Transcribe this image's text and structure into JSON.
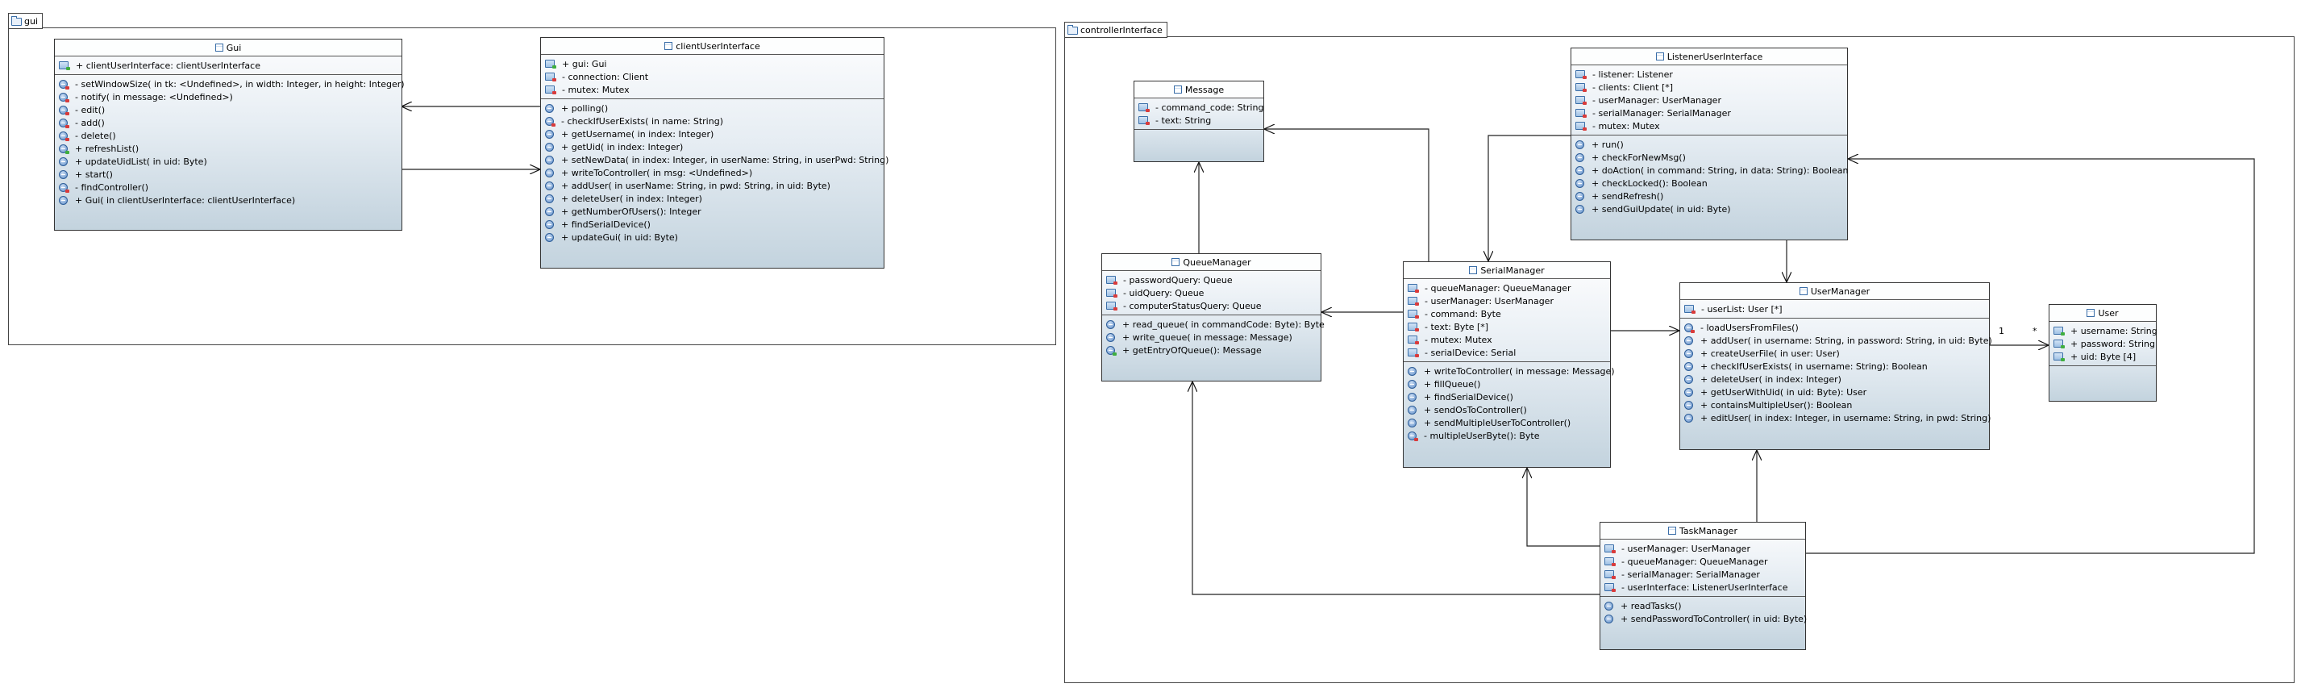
{
  "packages": {
    "gui": "gui",
    "controller": "controllerInterface"
  },
  "classes": {
    "gui": {
      "name": "Gui",
      "attributes": [
        "+ clientUserInterface: clientUserInterface"
      ],
      "operations": [
        "- setWindowSize( in tk: <Undefined>,   in width: Integer,   in height: Integer)",
        "- notify( in message: <Undefined>)",
        "- edit()",
        "- add()",
        "- delete()",
        "+ refreshList()",
        "+ updateUidList( in uid: Byte)",
        "+ start()",
        "- findController()",
        "+ Gui( in clientUserInterface: clientUserInterface)"
      ]
    },
    "clientUserInterface": {
      "name": "clientUserInterface",
      "attributes": [
        "+ gui: Gui",
        "- connection: Client",
        "- mutex: Mutex"
      ],
      "operations": [
        "+ polling()",
        "- checkIfUserExists( in name: String)",
        "+ getUsername( in index: Integer)",
        "+ getUid( in index: Integer)",
        "+ setNewData( in index: Integer,   in userName: String,   in userPwd: String)",
        "+ writeToController( in msg: <Undefined>)",
        "+ addUser( in userName: String,   in pwd: String,   in uid: Byte)",
        "+ deleteUser( in index: Integer)",
        "+ getNumberOfUsers(): Integer",
        "+ findSerialDevice()",
        "+ updateGui( in uid: Byte)"
      ]
    },
    "message": {
      "name": "Message",
      "attributes": [
        "- command_code: String",
        "- text: String"
      ],
      "operations": []
    },
    "queueManager": {
      "name": "QueueManager",
      "attributes": [
        "- passwordQuery: Queue",
        "- uidQuery: Queue",
        "- computerStatusQuery: Queue"
      ],
      "operations": [
        "+ read_queue( in commandCode: Byte): Byte",
        "+ write_queue( in message: Message)",
        "+ getEntryOfQueue(): Message"
      ]
    },
    "serialManager": {
      "name": "SerialManager",
      "attributes": [
        "- queueManager: QueueManager",
        "- userManager: UserManager",
        "- command: Byte",
        "- text: Byte [*]",
        "- mutex: Mutex",
        "- serialDevice: Serial"
      ],
      "operations": [
        "+ writeToController( in message: Message)",
        "+ fillQueue()",
        "+ findSerialDevice()",
        "+ sendOsToController()",
        "+ sendMultipleUserToController()",
        "- multipleUserByte(): Byte"
      ]
    },
    "listener": {
      "name": "ListenerUserInterface",
      "attributes": [
        "- listener: Listener",
        "- clients: Client [*]",
        "- userManager: UserManager",
        "- serialManager: SerialManager",
        "- mutex: Mutex"
      ],
      "operations": [
        "+ run()",
        "+ checkForNewMsg()",
        "+ doAction( in command: String,   in data: String): Boolean",
        "+ checkLocked(): Boolean",
        "+ sendRefresh()",
        "+ sendGuiUpdate( in uid: Byte)"
      ]
    },
    "userManager": {
      "name": "UserManager",
      "attributes": [
        "- userList: User [*]"
      ],
      "operations": [
        "- loadUsersFromFiles()",
        "+ addUser( in username: String,   in password: String,   in uid: Byte)",
        "+ createUserFile( in user: User)",
        "+ checkIfUserExists( in username: String): Boolean",
        "+ deleteUser( in index: Integer)",
        "+ getUserWithUid( in uid: Byte): User",
        "+ containsMultipleUser(): Boolean",
        "+ editUser( in index: Integer,   in username: String,   in pwd: String)"
      ]
    },
    "user": {
      "name": "User",
      "attributes": [
        "+ username: String",
        "+ password: String",
        "+ uid: Byte [4]"
      ],
      "operations": []
    },
    "taskManager": {
      "name": "TaskManager",
      "attributes": [
        "- userManager: UserManager",
        "- queueManager: QueueManager",
        "- serialManager: SerialManager",
        "- userInterface: ListenerUserInterface"
      ],
      "operations": [
        "+ readTasks()",
        "+ sendPasswordToController( in uid: Byte)"
      ]
    }
  },
  "multiplicity": {
    "one": "1",
    "many": "*"
  }
}
